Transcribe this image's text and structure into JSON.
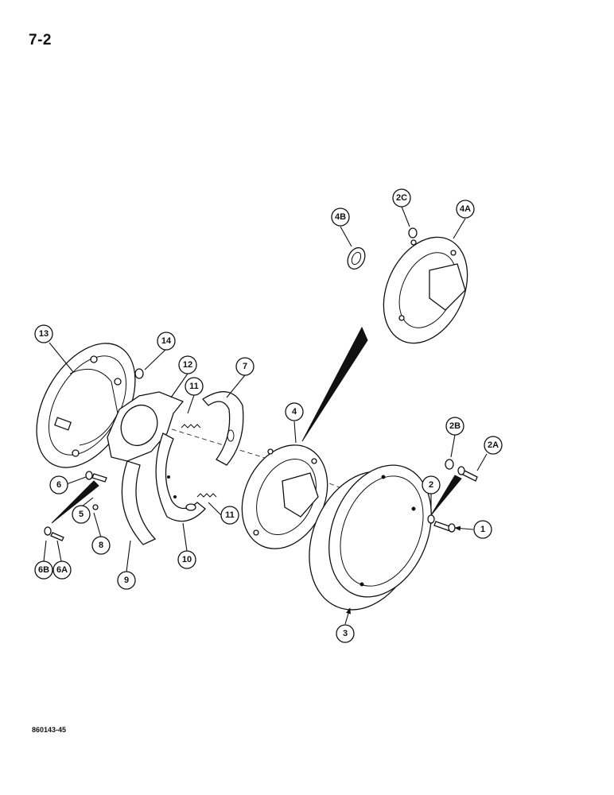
{
  "page_number": "7-2",
  "figure_code": "860143-45",
  "callouts": {
    "c1": "1",
    "c2": "2",
    "c2A": "2A",
    "c2B": "2B",
    "c2C": "2C",
    "c3": "3",
    "c4": "4",
    "c4A": "4A",
    "c4B": "4B",
    "c5": "5",
    "c6": "6",
    "c6A": "6A",
    "c6B": "6B",
    "c7": "7",
    "c8": "8",
    "c9": "9",
    "c10": "10",
    "c11a": "11",
    "c11b": "11",
    "c12": "12",
    "c13": "13",
    "c14": "14"
  }
}
